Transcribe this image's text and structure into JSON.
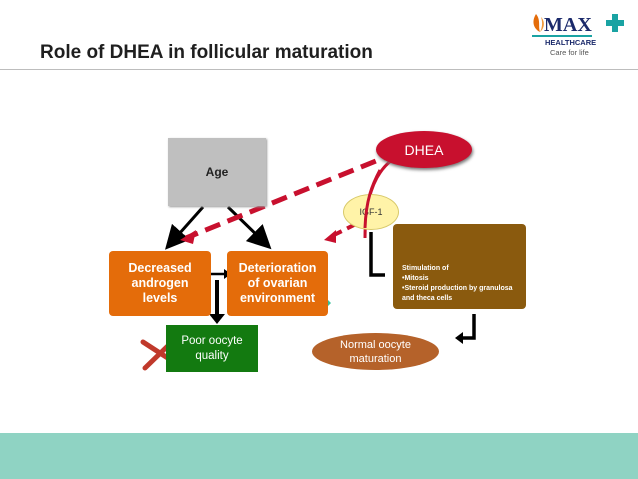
{
  "title": "Role of DHEA in follicular maturation",
  "logo": {
    "brand": "MAX",
    "sub": "HEALTHCARE",
    "tagline": "Care for life"
  },
  "nodes": {
    "age": "Age",
    "androgen": [
      "Decreased",
      "androgen",
      "levels"
    ],
    "ovarian": [
      "Deterioration",
      "of ovarian",
      "environment"
    ],
    "poor_quality": [
      "Poor oocyte",
      "quality"
    ],
    "normal_maturation": [
      "Normal oocyte",
      "maturation"
    ],
    "dhea": "DHEA",
    "igf": "IGF-1",
    "stimulation": [
      "Stimulation of",
      "•Mitosis",
      "•Steroid production by granulosa",
      "and theca cells"
    ]
  },
  "colors": {
    "orange": "#e46c0a",
    "green": "#137a10",
    "red": "#c8102e",
    "brown": "#8a5a0e",
    "teal": "#8fd3c3"
  }
}
